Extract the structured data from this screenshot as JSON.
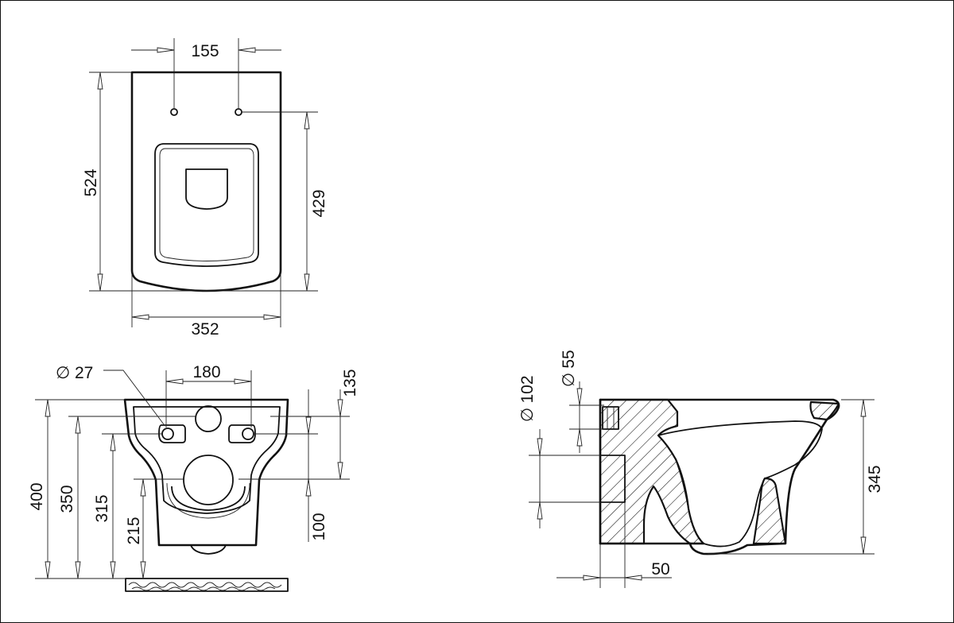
{
  "top_view": {
    "dim_bolt_spacing": "155",
    "dim_length": "524",
    "dim_bolt_to_front": "429",
    "dim_width": "352"
  },
  "rear_view": {
    "dim_hole_diameter": "27",
    "diameter_symbol": "∅",
    "dim_hole_spacing": "180",
    "dim_top_offset": "135",
    "dim_lower_offset": "100",
    "dim_total_height": "400",
    "dim_350": "350",
    "dim_315": "315",
    "dim_215": "215"
  },
  "side_view": {
    "dim_outlet_diameter": "102",
    "dim_inlet_diameter": "55",
    "dim_height": "345",
    "dim_outlet_offset": "50"
  }
}
